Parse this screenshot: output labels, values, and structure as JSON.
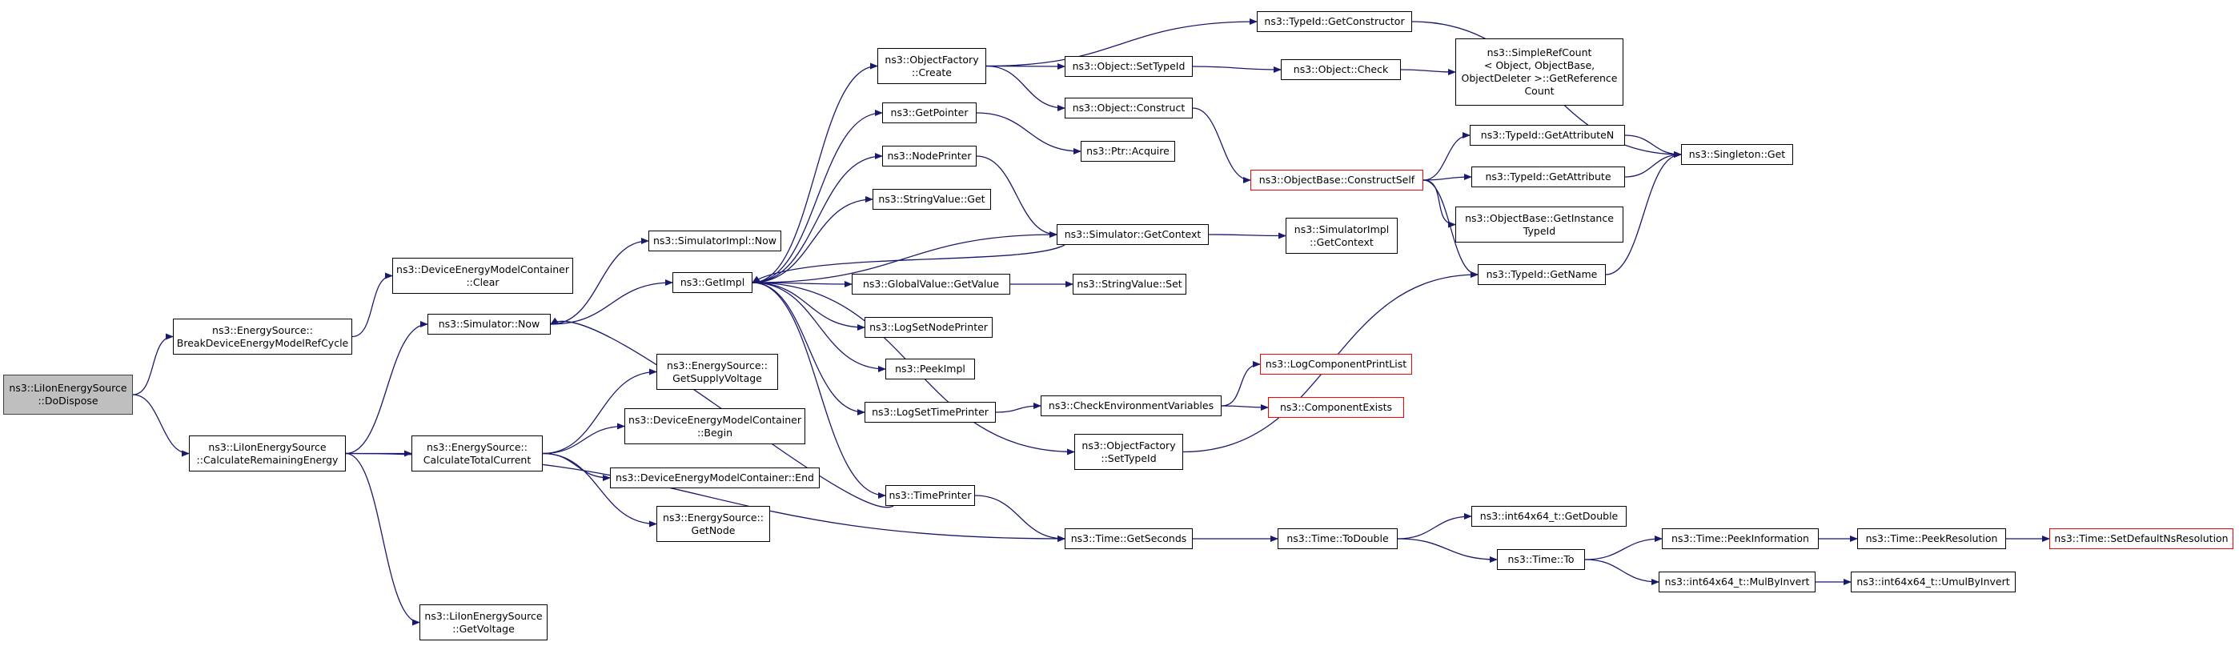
{
  "colors": {
    "edge": "#191970",
    "border": "#000000",
    "external_border": "#ff0000",
    "root_fill": "#bfbfbf"
  },
  "nodes": [
    {
      "id": "n1",
      "lines": [
        "ns3::LiIonEnergySource",
        "::DoDispose"
      ],
      "kind": "root"
    },
    {
      "id": "n2",
      "lines": [
        "ns3::EnergySource::",
        "BreakDeviceEnergyModelRefCycle"
      ]
    },
    {
      "id": "n3",
      "lines": [
        "ns3::LiIonEnergySource",
        "::CalculateRemainingEnergy"
      ]
    },
    {
      "id": "n4",
      "lines": [
        "ns3::DeviceEnergyModelContainer",
        "::Clear"
      ]
    },
    {
      "id": "n5",
      "lines": [
        "ns3::Simulator::Now"
      ]
    },
    {
      "id": "n6",
      "lines": [
        "ns3::EnergySource::",
        "CalculateTotalCurrent"
      ]
    },
    {
      "id": "n7",
      "lines": [
        "ns3::LiIonEnergySource",
        "::GetVoltage"
      ]
    },
    {
      "id": "n8",
      "lines": [
        "ns3::SimulatorImpl::Now"
      ]
    },
    {
      "id": "n9",
      "lines": [
        "ns3::GetImpl"
      ]
    },
    {
      "id": "n10",
      "lines": [
        "ns3::EnergySource::",
        "GetSupplyVoltage"
      ]
    },
    {
      "id": "n11",
      "lines": [
        "ns3::DeviceEnergyModelContainer",
        "::Begin"
      ]
    },
    {
      "id": "n12",
      "lines": [
        "ns3::DeviceEnergyModelContainer::End"
      ]
    },
    {
      "id": "n13",
      "lines": [
        "ns3::EnergySource::",
        "GetNode"
      ]
    },
    {
      "id": "n14",
      "lines": [
        "ns3::ObjectFactory",
        "::Create"
      ]
    },
    {
      "id": "n15",
      "lines": [
        "ns3::GetPointer"
      ]
    },
    {
      "id": "n16",
      "lines": [
        "ns3::NodePrinter"
      ]
    },
    {
      "id": "n17",
      "lines": [
        "ns3::StringValue::Get"
      ]
    },
    {
      "id": "n18",
      "lines": [
        "ns3::GlobalValue::GetValue"
      ]
    },
    {
      "id": "n19",
      "lines": [
        "ns3::LogSetNodePrinter"
      ]
    },
    {
      "id": "n20",
      "lines": [
        "ns3::PeekImpl"
      ]
    },
    {
      "id": "n21",
      "lines": [
        "ns3::LogSetTimePrinter"
      ]
    },
    {
      "id": "n22",
      "lines": [
        "ns3::TimePrinter"
      ]
    },
    {
      "id": "n23",
      "lines": [
        "ns3::Simulator::GetContext"
      ]
    },
    {
      "id": "n24",
      "lines": [
        "ns3::ObjectFactory",
        "::SetTypeId"
      ]
    },
    {
      "id": "n25",
      "lines": [
        "ns3::Time::GetSeconds"
      ]
    },
    {
      "id": "n26",
      "lines": [
        "ns3::TypeId::GetConstructor"
      ]
    },
    {
      "id": "n27",
      "lines": [
        "ns3::Object::SetTypeId"
      ]
    },
    {
      "id": "n28",
      "lines": [
        "ns3::Object::Construct"
      ]
    },
    {
      "id": "n29",
      "lines": [
        "ns3::Ptr::Acquire"
      ]
    },
    {
      "id": "n30",
      "lines": [
        "ns3::StringValue::Set"
      ]
    },
    {
      "id": "n31",
      "lines": [
        "ns3::CheckEnvironmentVariables"
      ]
    },
    {
      "id": "n32",
      "lines": [
        "ns3::Object::Check"
      ]
    },
    {
      "id": "n33",
      "lines": [
        "ns3::ObjectBase::ConstructSelf"
      ],
      "kind": "ext"
    },
    {
      "id": "n34",
      "lines": [
        "ns3::SimulatorImpl",
        "::GetContext"
      ]
    },
    {
      "id": "n35",
      "lines": [
        "ns3::LogComponentPrintList"
      ],
      "kind": "ext"
    },
    {
      "id": "n36",
      "lines": [
        "ns3::ComponentExists"
      ],
      "kind": "ext"
    },
    {
      "id": "n37",
      "lines": [
        "ns3::Time::ToDouble"
      ]
    },
    {
      "id": "n38",
      "lines": [
        "ns3::SimpleRefCount",
        "< Object, ObjectBase,",
        "ObjectDeleter >::GetReference",
        "Count"
      ]
    },
    {
      "id": "n39",
      "lines": [
        "ns3::TypeId::GetAttributeN"
      ]
    },
    {
      "id": "n40",
      "lines": [
        "ns3::TypeId::GetAttribute"
      ]
    },
    {
      "id": "n41",
      "lines": [
        "ns3::ObjectBase::GetInstance",
        "TypeId"
      ]
    },
    {
      "id": "n42",
      "lines": [
        "ns3::TypeId::GetName"
      ]
    },
    {
      "id": "n43",
      "lines": [
        "ns3::int64x64_t::GetDouble"
      ]
    },
    {
      "id": "n44",
      "lines": [
        "ns3::Time::To"
      ]
    },
    {
      "id": "n45",
      "lines": [
        "ns3::Singleton::Get"
      ]
    },
    {
      "id": "n46",
      "lines": [
        "ns3::Time::PeekInformation"
      ]
    },
    {
      "id": "n47",
      "lines": [
        "ns3::int64x64_t::MulByInvert"
      ]
    },
    {
      "id": "n48",
      "lines": [
        "ns3::Time::PeekResolution"
      ]
    },
    {
      "id": "n49",
      "lines": [
        "ns3::int64x64_t::UmulByInvert"
      ]
    },
    {
      "id": "n50",
      "lines": [
        "ns3::Time::SetDefaultNsResolution"
      ],
      "kind": "ext"
    }
  ],
  "edges": [
    [
      "n1",
      "n2"
    ],
    [
      "n1",
      "n3"
    ],
    [
      "n2",
      "n4"
    ],
    [
      "n3",
      "n5"
    ],
    [
      "n3",
      "n6"
    ],
    [
      "n3",
      "n7"
    ],
    [
      "n3",
      "n25"
    ],
    [
      "n5",
      "n8"
    ],
    [
      "n5",
      "n9"
    ],
    [
      "n6",
      "n10"
    ],
    [
      "n6",
      "n11"
    ],
    [
      "n6",
      "n12"
    ],
    [
      "n6",
      "n13"
    ],
    [
      "n9",
      "n14"
    ],
    [
      "n9",
      "n15"
    ],
    [
      "n9",
      "n16"
    ],
    [
      "n9",
      "n17"
    ],
    [
      "n9",
      "n18"
    ],
    [
      "n9",
      "n19"
    ],
    [
      "n9",
      "n20"
    ],
    [
      "n9",
      "n21"
    ],
    [
      "n9",
      "n22"
    ],
    [
      "n9",
      "n24"
    ],
    [
      "n9",
      "n23"
    ],
    [
      "n14",
      "n26"
    ],
    [
      "n14",
      "n27"
    ],
    [
      "n14",
      "n28"
    ],
    [
      "n15",
      "n29"
    ],
    [
      "n16",
      "n23"
    ],
    [
      "n18",
      "n30"
    ],
    [
      "n21",
      "n31"
    ],
    [
      "n22",
      "n5"
    ],
    [
      "n22",
      "n25"
    ],
    [
      "n23",
      "n9"
    ],
    [
      "n23",
      "n34"
    ],
    [
      "n24",
      "n42"
    ],
    [
      "n25",
      "n37"
    ],
    [
      "n26",
      "n45"
    ],
    [
      "n27",
      "n32"
    ],
    [
      "n28",
      "n33"
    ],
    [
      "n31",
      "n35"
    ],
    [
      "n31",
      "n36"
    ],
    [
      "n32",
      "n38"
    ],
    [
      "n33",
      "n39"
    ],
    [
      "n33",
      "n40"
    ],
    [
      "n33",
      "n41"
    ],
    [
      "n33",
      "n42"
    ],
    [
      "n37",
      "n43"
    ],
    [
      "n37",
      "n44"
    ],
    [
      "n39",
      "n45"
    ],
    [
      "n40",
      "n45"
    ],
    [
      "n42",
      "n45"
    ],
    [
      "n44",
      "n46"
    ],
    [
      "n44",
      "n47"
    ],
    [
      "n46",
      "n48"
    ],
    [
      "n47",
      "n49"
    ],
    [
      "n48",
      "n50"
    ]
  ]
}
